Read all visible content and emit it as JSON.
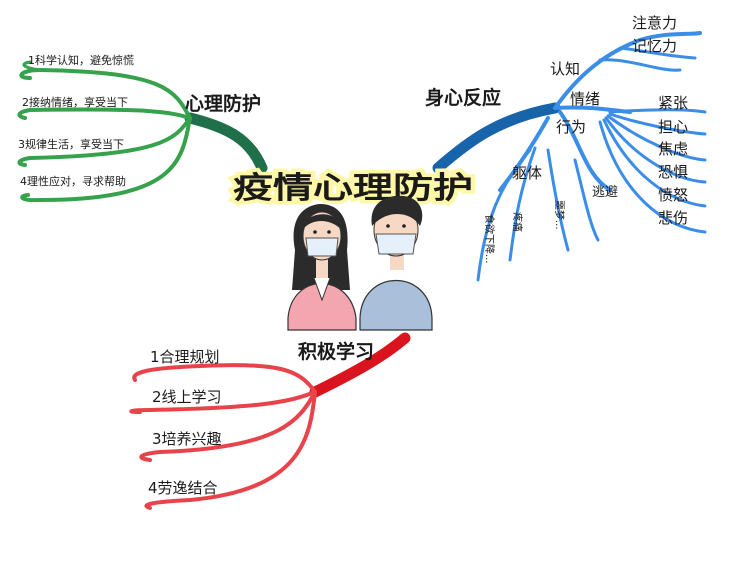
{
  "center": {
    "title": "疫情心理防护"
  },
  "psych_protection": {
    "title": "心理防护",
    "color": "#2f9e44",
    "items": [
      "1科学认知，避免惊慌",
      "2接纳情绪，享受当下",
      "3规律生活，享受当下",
      "4理性应对，寻求帮助"
    ]
  },
  "body_mind": {
    "title": "身心反应",
    "color": "#1c7ed6",
    "cognition": {
      "label": "认知",
      "items": [
        "注意力",
        "记忆力"
      ]
    },
    "emotion": {
      "label": "情绪",
      "items": [
        "紧张",
        "担心",
        "焦虑",
        "恐惧",
        "愤怒",
        "悲伤"
      ]
    },
    "behavior": {
      "label": "行为",
      "items": [
        "逃避"
      ]
    },
    "body": {
      "label": "躯体",
      "items": [
        "食欲下降...",
        "疼痛",
        "噩梦..."
      ]
    }
  },
  "active_learning": {
    "title": "积极学习",
    "color": "#e03131",
    "items": [
      "1合理规划",
      "2线上学习",
      "3培养兴趣",
      "4劳逸结合"
    ]
  },
  "colors": {
    "line_green": "#2f9e44",
    "line_blue": "#3b8ee8",
    "line_red": "#e8434a",
    "trunk_green": "#1f6f4a",
    "trunk_blue": "#1864ab",
    "trunk_red": "#d9141e",
    "skin": "#f6d8c4",
    "mask": "#e6f0fa",
    "pink_shirt": "#f4a6b0",
    "blue_shirt": "#a9bfda",
    "hair": "#2b2b2b"
  }
}
